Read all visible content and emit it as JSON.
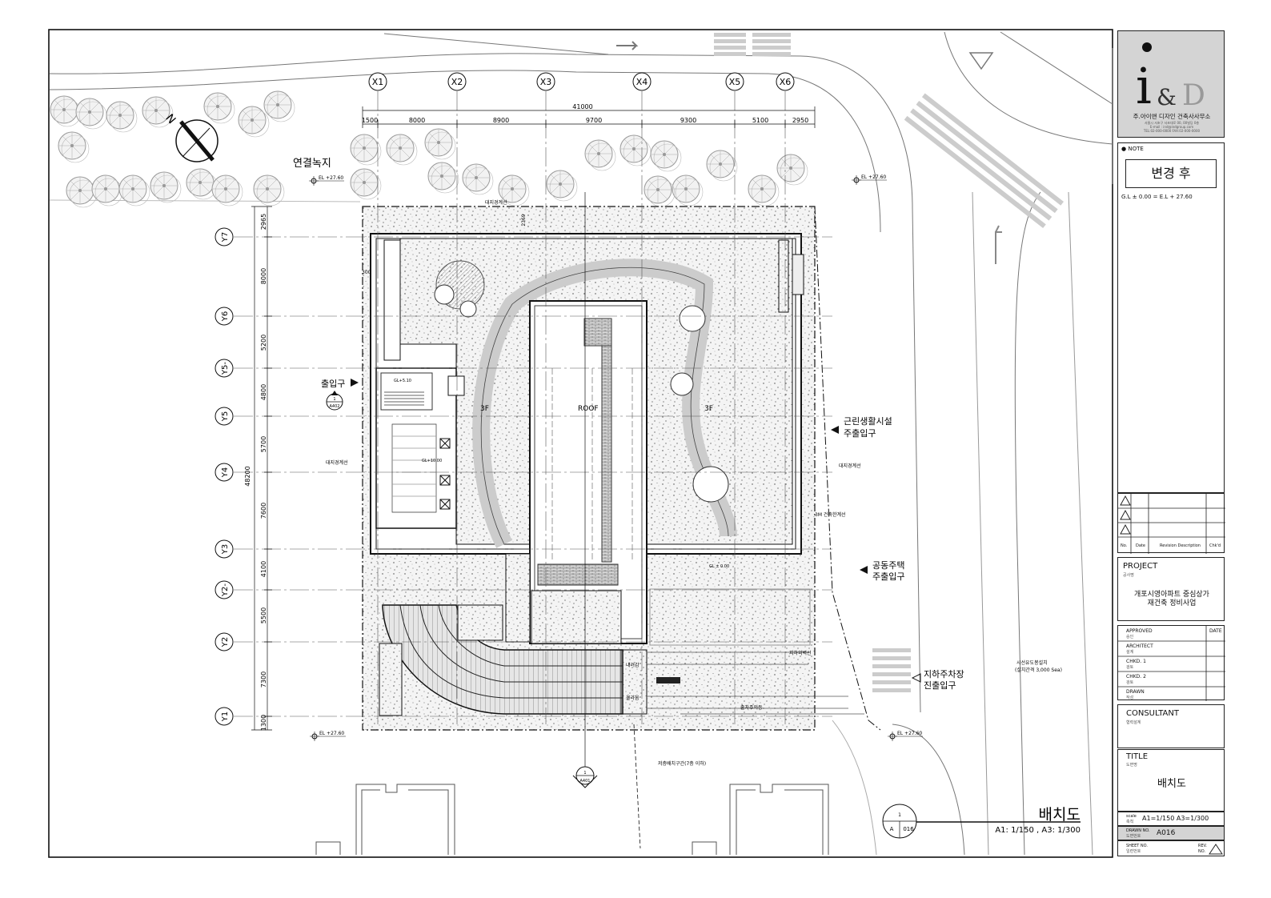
{
  "drawing": {
    "grid_x": [
      "X1",
      "X2",
      "X3",
      "X4",
      "X5",
      "X6"
    ],
    "grid_y": [
      "Y7",
      "Y6",
      "Y5-",
      "Y5",
      "Y4",
      "Y3",
      "Y2-",
      "Y2",
      "Y1"
    ],
    "overall_width": "41000",
    "x_spans": [
      "1500",
      "8000",
      "8900",
      "9700",
      "9300",
      "5100",
      "2950"
    ],
    "overall_height": "48200",
    "y_spans": [
      "2965",
      "8000",
      "5200",
      "4800",
      "5700",
      "7600",
      "4100",
      "5500",
      "7300",
      "1300"
    ],
    "dim_2369": "2369",
    "dim_300": "300",
    "el_label": "EL +27.60",
    "green_link": "연결녹지",
    "boundary_label": "대지경계선",
    "entrance": "출입구",
    "callout_num": "1",
    "callout_sheet": "A402",
    "callout_sheet_bottom": "A401",
    "gl_510": "GL+5.10",
    "gl_1000": "GL+10.00",
    "gl_000": "GL ± 0.00",
    "floor_3f": "3F",
    "floor_roof": "ROOF",
    "commercial_entry": [
      "근린생활시설",
      "주출입구"
    ],
    "apartment_entry": [
      "공동주택",
      "주출입구"
    ],
    "parking_entry": [
      "지하주차장",
      "진출입구"
    ],
    "building_line": "3M 건축한계선",
    "basement_line": "지하외벽선",
    "down_ramp": "내려감",
    "up_ramp": "올라옴",
    "exit_road": "출차주의등",
    "signal_note": [
      "시선유도봉설치",
      "(설치간격 3,000 Sea)"
    ],
    "lowrise_zone": "저층배치구간(7층 이하)",
    "drawing_title": "배치도",
    "drawing_scale": "A1: 1/150 , A3: 1/300",
    "callout_bottom_letter": "A",
    "callout_bottom_sheet": "016",
    "north": "N"
  },
  "titleblock": {
    "logo_i": "i",
    "logo_amp": "&",
    "logo_d": "D",
    "firm": "주.아이앤 디자인 건축사사무소",
    "firm_address": [
      "서울시 서초구 서초대로 00, 00빌딩 0층",
      "E-mail : ind@indgroup.com",
      "TEL:02-000-0000  FAX:02-000-0000"
    ],
    "note_label": "● NOTE",
    "note_stamp": "변경 후",
    "note_text": "G.L ± 0.00 = E.L + 27.60",
    "revision_headers": [
      "No.",
      "Date",
      "Revision Description",
      "Chk'd"
    ],
    "project_label": "PROJECT",
    "project_sub": "공사명",
    "project_name": [
      "개포시영아파트 중심상가",
      "재건축 정비사업"
    ],
    "approved": "APPROVED",
    "approved_sub": "승인",
    "date": "DATE",
    "architect": "ARCHITECT",
    "architect_sub": "설계",
    "chkd1": "CHKD. 1",
    "chkd1_sub": "검토",
    "chkd2": "CHKD. 2",
    "chkd2_sub": "검토",
    "drawn": "DRAWN",
    "drawn_sub": "작성",
    "consultant": "CONSULTANT",
    "consultant_sub": "협력설계",
    "title_label": "TITLE",
    "title_sub": "도면명",
    "title": "배치도",
    "scale_label": "scale",
    "scale_sub": "축척",
    "scale_value": "A1=1/150  A3=1/300",
    "drawn_no_label": "DRAWN NO.",
    "drawn_no_sub": "도면번호",
    "drawn_no": "A016",
    "sheet_no_label": "SHEET NO.",
    "sheet_no_sub": "일련번호",
    "rev_label": "REV.",
    "rev_no_label": "NO."
  }
}
